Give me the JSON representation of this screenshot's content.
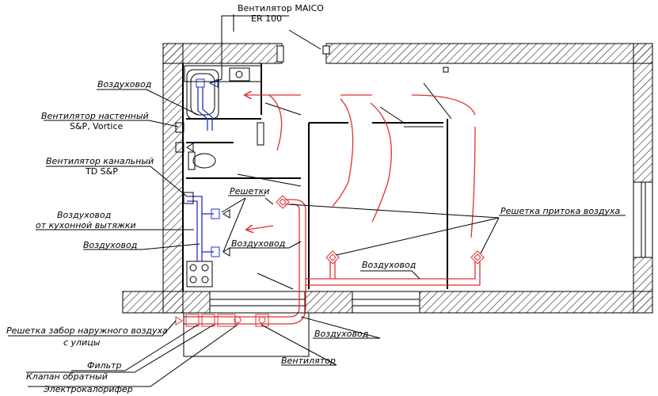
{
  "labels": {
    "fan_maico_l1": "Вентилятор MAICO",
    "fan_maico_l2": "ER 100",
    "duct_top": "Воздуховод",
    "fan_wall_l1": "Вентилятор настенный",
    "fan_wall_l2": "S&P, Vortice",
    "fan_channel_l1": "Вентилятор канальный",
    "fan_channel_l2": "TD S&P",
    "grilles": "Решетки",
    "kitchen_duct_l1": "Воздуховод",
    "kitchen_duct_l2": "от кухонной вытяжки",
    "duct_left": "Воздуховод",
    "duct_center": "Воздуховод",
    "duct_right": "Воздуховод",
    "supply_grille": "Решетка притока воздуха",
    "outdoor_intake_l1": "Решетка забор наружного воздуха",
    "outdoor_intake_l2": "с улицы",
    "filter": "Фильтр",
    "check_valve": "Клапан обратный",
    "heater": "Электрокалорифер",
    "duct_bottom": "Воздуховод",
    "fan": "Вентилятор"
  },
  "colors": {
    "supply": "#e03030",
    "exhaust": "#2030d0",
    "lines": "#000000"
  }
}
